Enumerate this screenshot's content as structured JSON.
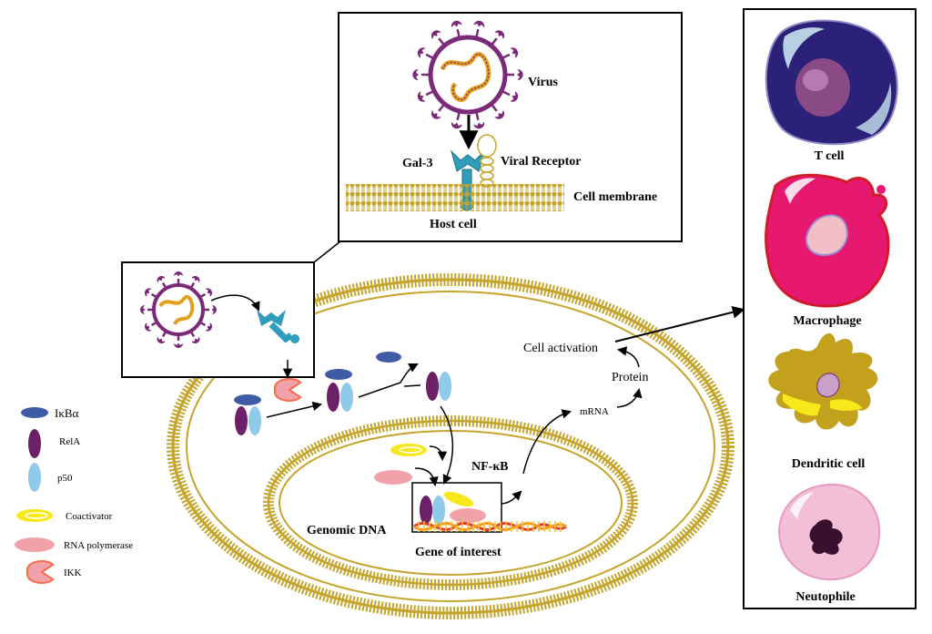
{
  "top_panel": {
    "virus_label": "Virus",
    "gal3_label": "Gal-3",
    "receptor_label": "Viral Receptor",
    "membrane_label": "Cell membrane",
    "host_label": "Host cell"
  },
  "pathway": {
    "nfkb_label": "NF-κB",
    "genomic_label": "Genomic DNA",
    "gene_label": "Gene of interest",
    "mrna_label": "mRNA",
    "protein_label": "Protein",
    "activation_label": "Cell activation"
  },
  "legend": [
    {
      "label": "IκBα",
      "icon": "ikba-icon"
    },
    {
      "label": "RelA",
      "icon": "rela-icon"
    },
    {
      "label": "p50",
      "icon": "p50-icon"
    },
    {
      "label": "Coactivator",
      "icon": "coactivator-icon"
    },
    {
      "label": "RNA polymerase",
      "icon": "rna-polymerase-icon"
    },
    {
      "label": "IKK",
      "icon": "ikk-icon"
    }
  ],
  "immune_cells": [
    {
      "label": "T cell",
      "color": "#2b2178"
    },
    {
      "label": "Macrophage",
      "color": "#e6186f"
    },
    {
      "label": "Dendritic cell",
      "color": "#c3a11c"
    },
    {
      "label": "Neutophile",
      "color": "#f2bfd6"
    }
  ],
  "colors": {
    "membrane": "#c5a42b",
    "ikba": "#3e5ba6",
    "rela": "#6b2068",
    "p50": "#8ecbea",
    "coactivator": "#f7e81b",
    "rna_polymerase": "#f1a1a8",
    "ikk": "#f26d4a",
    "gal3": "#2f9dbb",
    "virus": "#7a2a78"
  }
}
